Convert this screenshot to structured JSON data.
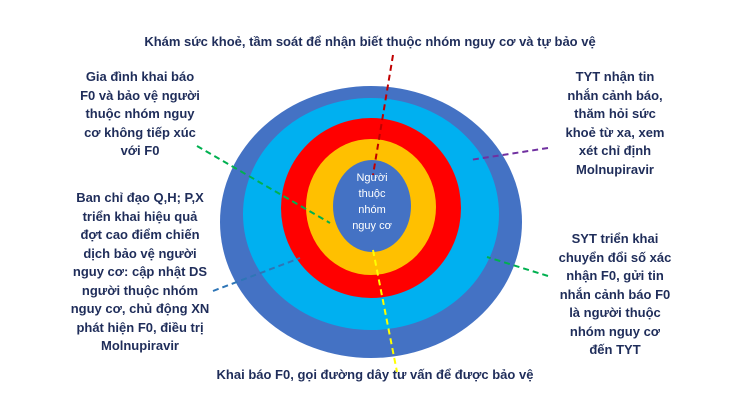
{
  "title": "Khám sức khoẻ, tầm soát để nhận biết thuộc nhóm nguy cơ và tự bảo vệ",
  "center_label": "Người\nthuộc\nnhóm\nnguy cơ",
  "left_top": "Gia đình khai báo\nF0 và bảo vệ người\nthuộc nhóm nguy\ncơ không tiếp xúc\nvới F0",
  "left_bottom": "Ban chỉ đạo Q,H; P,X\ntriển khai hiệu quả\nđợt cao điểm chiến\ndịch bảo vệ người\nnguy cơ: cập nhật DS\nngười thuộc nhóm\nnguy cơ, chủ động XN\nphát hiện F0, điều trị\nMolnupiravir",
  "right_top": "TYT nhận tin\nnhắn cảnh báo,\nthăm hỏi sức\nkhoẻ từ xa, xem\nxét chỉ định\nMolnupiravir",
  "right_bottom": "SYT triển khai\nchuyển đổi số xác\nnhận F0, gửi tin\nnhắn cảnh báo F0\nlà người thuộc\nnhóm nguy cơ\nđến TYT",
  "bottom": "Khai báo F0, gọi đường dây tư vấn để được bảo vệ",
  "colors": {
    "outer": "#4472c4",
    "ring2": "#00b0f0",
    "ring3": "#ff0000",
    "ring4": "#ffc000",
    "inner": "#4472c4",
    "text": "#1f2d5a"
  }
}
